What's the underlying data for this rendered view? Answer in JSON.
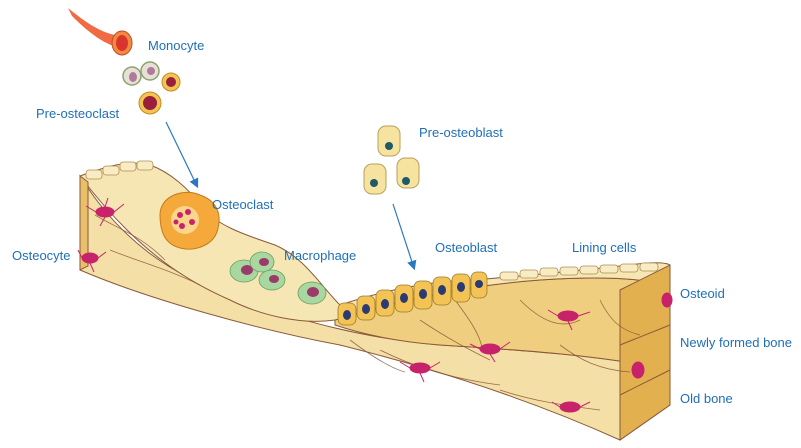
{
  "colors": {
    "label": "#1f6fb8",
    "arrow": "#2b78c2",
    "bone_top": "#f6e6b4",
    "bone_light": "#f2d68e",
    "bone_mid": "#edc875",
    "bone_dark": "#e3b04f",
    "bone_side": "#d7a648",
    "canal": "#8a5a3a",
    "osteocyte": "#c8236a",
    "osteoclast": "#f4a93a",
    "osteoblast": "#f3c455",
    "nucleus": "#2c3a73",
    "macrophage": "#a9d7a0",
    "monocyte_vessel": "#f06a44"
  },
  "labels": {
    "monocyte": "Monocyte",
    "pre_osteoclast": "Pre-osteoclast",
    "pre_osteoblast": "Pre-osteoblast",
    "osteoclast": "Osteoclast",
    "osteocyte": "Osteocyte",
    "macrophage": "Macrophage",
    "osteoblast": "Osteoblast",
    "lining_cells": "Lining cells",
    "osteoid": "Osteoid",
    "newly_formed_bone": "Newly formed bone",
    "old_bone": "Old bone"
  },
  "icons": [
    "blood-vessel-icon",
    "monocyte-icon",
    "osteoclast-icon",
    "macrophage-icon",
    "osteoblast-icon",
    "osteocyte-icon"
  ]
}
